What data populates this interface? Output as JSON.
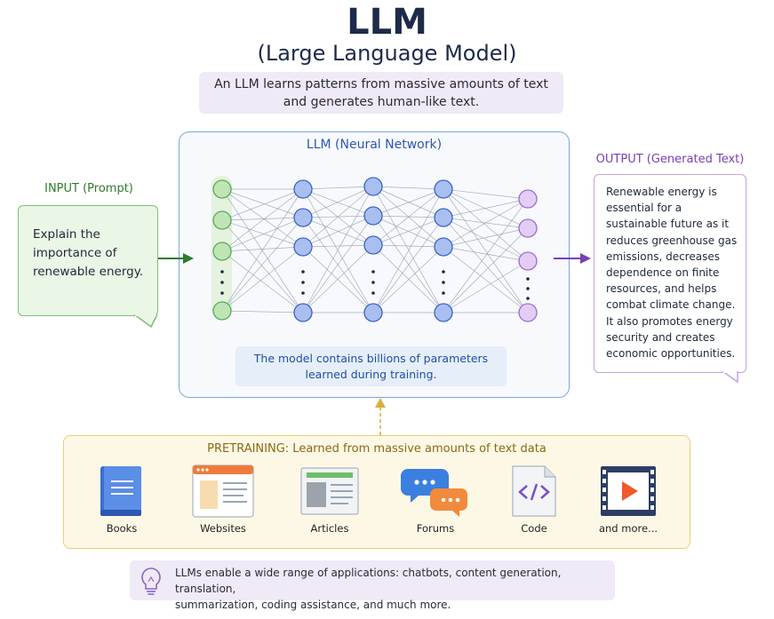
{
  "header": {
    "title": "LLM",
    "subtitle": "(Large Language Model)",
    "description_line1": "An LLM learns patterns from massive amounts of text",
    "description_line2": "and generates human-like text."
  },
  "network": {
    "title": "LLM (Neural Network)",
    "note_line1": "The model contains billions of parameters",
    "note_line2": "learned during training."
  },
  "input": {
    "label": "INPUT (Prompt)",
    "lines": [
      "Explain the",
      "importance of",
      "renewable energy."
    ]
  },
  "output": {
    "label": "OUTPUT (Generated Text)",
    "lines": [
      "Renewable energy is",
      "essential for a",
      "sustainable future as it",
      "reduces greenhouse gas",
      "emissions, decreases",
      "dependence on finite",
      "resources, and helps",
      "combat climate change.",
      "It also promotes energy",
      "security and creates",
      "economic opportunities."
    ]
  },
  "pretraining": {
    "title": "PRETRAINING: Learned from massive amounts of text data",
    "sources": [
      {
        "label": "Books",
        "icon": "book-icon"
      },
      {
        "label": "Websites",
        "icon": "website-icon"
      },
      {
        "label": "Articles",
        "icon": "article-icon"
      },
      {
        "label": "Forums",
        "icon": "chat-bubbles-icon"
      },
      {
        "label": "Code",
        "icon": "code-file-icon"
      },
      {
        "label": "and more...",
        "icon": "video-icon"
      }
    ]
  },
  "applications": {
    "icon": "lightbulb-icon",
    "line1": "LLMs enable a wide range of applications: chatbots, content generation, translation,",
    "line2": "summarization, coding assistance, and much more."
  },
  "colors": {
    "input_green": "#7cc07a",
    "network_blue": "#2e55b8",
    "output_purple": "#7a3fb8",
    "pretraining_gold": "#e8cf78"
  }
}
